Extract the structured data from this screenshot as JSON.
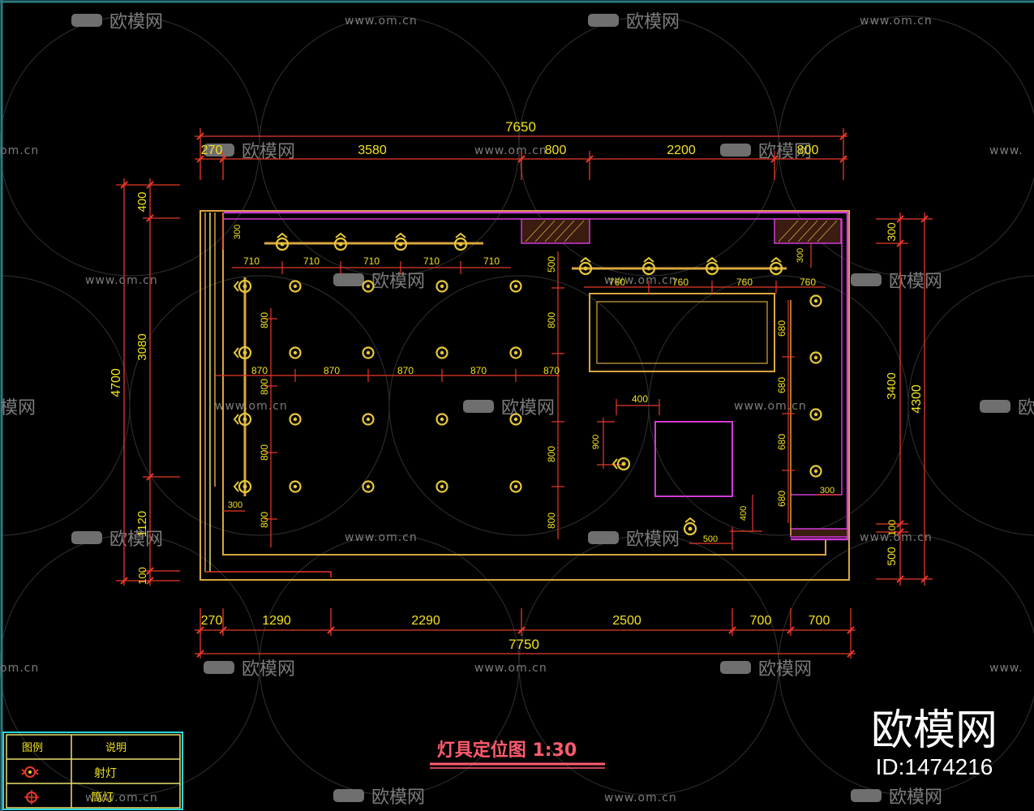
{
  "colors": {
    "background": "#000000",
    "dim_line": "#e8392a",
    "dim_text": "#f2e21c",
    "wall": "#d9a640",
    "magenta": "#d23ad8",
    "lamp": "#e8c83a",
    "title": "#ff5b6e",
    "legend_border": "#2ad6e0",
    "watermark": "#8a8a8a"
  },
  "dimensions": {
    "top_total": "7650",
    "top_segments": [
      "270",
      "3580",
      "800",
      "2200",
      "800"
    ],
    "bottom_total": "7750",
    "bottom_segments": [
      "270",
      "1290",
      "2290",
      "2500",
      "700",
      "700"
    ],
    "left_total": "4700",
    "left_segments": [
      "400",
      "3080",
      "1120",
      "100"
    ],
    "right_total": "4300",
    "right_segments": [
      "300",
      "3400",
      "100",
      "500"
    ],
    "spot_row_spacing": [
      "710",
      "710",
      "710",
      "710",
      "710"
    ],
    "right_spot_row_spacing": [
      "760",
      "760",
      "760",
      "760"
    ],
    "grid_spacing_h": [
      "870",
      "870",
      "870",
      "870",
      "870"
    ],
    "grid_spacing_v": [
      "800",
      "800",
      "800",
      "800"
    ],
    "center_col_v": [
      "500",
      "800",
      "800",
      "800"
    ],
    "right_col_v": [
      "680",
      "680",
      "680",
      "680"
    ],
    "misc": {
      "d300_top": "300",
      "d300_right_row": "300",
      "d300_left": "300",
      "d400_top": "400",
      "d900": "900",
      "d400_right": "400",
      "d500": "500",
      "d300_right": "300"
    }
  },
  "title": "灯具定位图 1:30",
  "legend": {
    "header": [
      "图例",
      "说明"
    ],
    "rows": [
      {
        "icon": "spotlight-icon",
        "label": "射灯"
      },
      {
        "icon": "downlight-icon",
        "label": "筒灯"
      }
    ]
  },
  "watermark": {
    "brand": "欧模网",
    "url": "www.om.cn",
    "url_partial_left": "om.cn",
    "url_partial_right": "www.",
    "brand_partial": "模网"
  },
  "brand_logo": "欧模网",
  "id_label": "ID:1474216"
}
